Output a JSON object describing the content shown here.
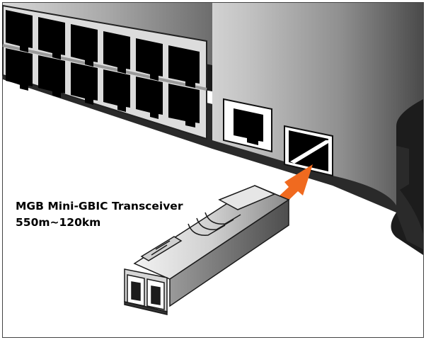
{
  "caption": {
    "line1": "MGB Mini-GBIC Transceiver",
    "line2": "550m~120km"
  },
  "colors": {
    "arrow": "#f06a1f",
    "chassis_dark": "#1c1c1c",
    "port_black": "#000000",
    "border": "#444444"
  },
  "icons": {
    "switch": "network-switch-illustration",
    "ports": "rj45-port-icon",
    "sfp_slot": "sfp-slot-icon",
    "module": "sfp-transceiver-illustration",
    "arrow": "insert-arrow-icon"
  }
}
